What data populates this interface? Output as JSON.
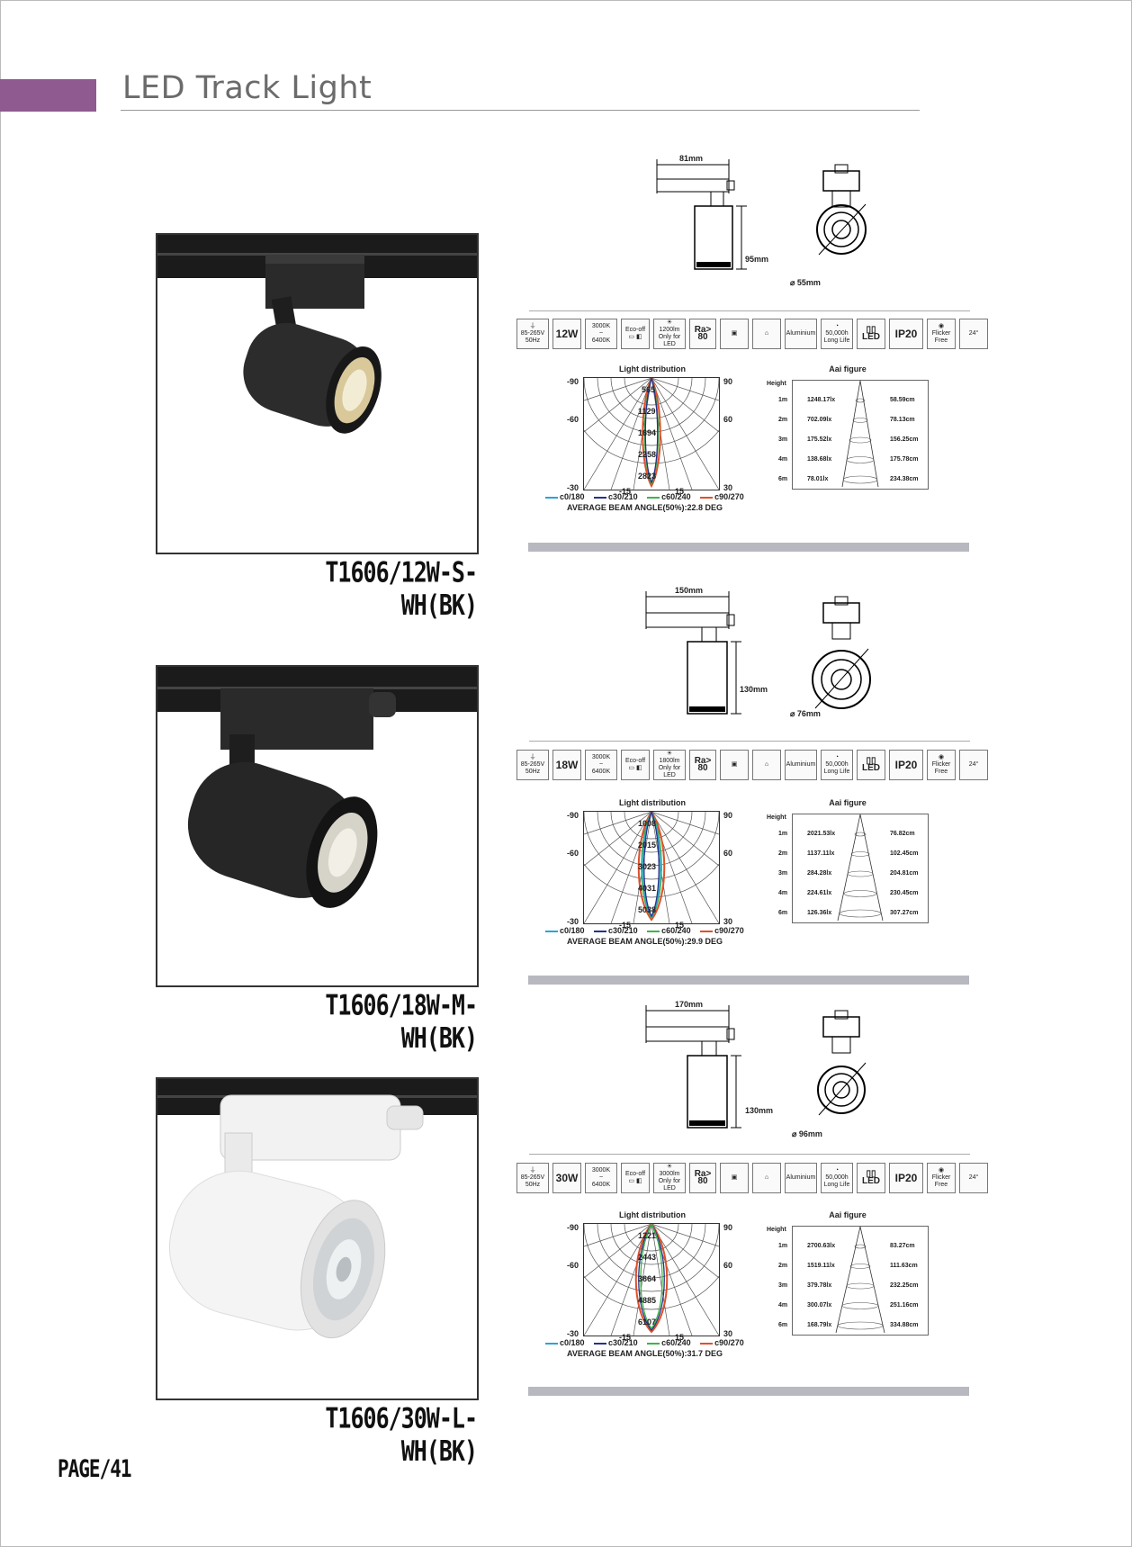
{
  "header": {
    "title": "LED Track Light",
    "page": "PAGE/41"
  },
  "products": [
    {
      "model": "T1606/12W-S-WH(BK)",
      "dims": {
        "width": "81mm",
        "height": "95mm",
        "diameter": "⌀ 55mm"
      },
      "power": "12W",
      "lumens": "1200lm",
      "chart": {
        "title": "Light distribution",
        "rings": [
          "565",
          "1129",
          "1694",
          "2258",
          "2823"
        ],
        "angles": {
          "tl": "-90",
          "tr": "90",
          "ml": "-60",
          "mr": "60",
          "bl": "-30",
          "br": "30",
          "b1": "-15",
          "b2": "15"
        },
        "beam": "AVERAGE BEAM ANGLE(50%):22.8  DEG"
      },
      "aai": {
        "title": "Aai figure",
        "rows": [
          {
            "h": "1m",
            "lx": "1248.17lx",
            "d": "58.59cm"
          },
          {
            "h": "2m",
            "lx": "702.09lx",
            "d": "78.13cm"
          },
          {
            "h": "3m",
            "lx": "175.52lx",
            "d": "156.25cm"
          },
          {
            "h": "4m",
            "lx": "138.68lx",
            "d": "175.78cm"
          },
          {
            "h": "6m",
            "lx": "78.01lx",
            "d": "234.38cm"
          }
        ]
      }
    },
    {
      "model": "T1606/18W-M-WH(BK)",
      "dims": {
        "width": "150mm",
        "height": "130mm",
        "diameter": "⌀ 76mm"
      },
      "power": "18W",
      "lumens": "1800lm",
      "chart": {
        "title": "Light distribution",
        "rings": [
          "1008",
          "2015",
          "3023",
          "4031",
          "5038"
        ],
        "angles": {
          "tl": "-90",
          "tr": "90",
          "ml": "-60",
          "mr": "60",
          "bl": "-30",
          "br": "30",
          "b1": "-15",
          "b2": "15"
        },
        "beam": "AVERAGE BEAM ANGLE(50%):29.9  DEG"
      },
      "aai": {
        "title": "Aai figure",
        "rows": [
          {
            "h": "1m",
            "lx": "2021.53lx",
            "d": "76.82cm"
          },
          {
            "h": "2m",
            "lx": "1137.11lx",
            "d": "102.45cm"
          },
          {
            "h": "3m",
            "lx": "284.28lx",
            "d": "204.81cm"
          },
          {
            "h": "4m",
            "lx": "224.61lx",
            "d": "230.45cm"
          },
          {
            "h": "6m",
            "lx": "126.36lx",
            "d": "307.27cm"
          }
        ]
      }
    },
    {
      "model": "T1606/30W-L-WH(BK)",
      "dims": {
        "width": "170mm",
        "height": "130mm",
        "diameter": "⌀ 96mm"
      },
      "power": "30W",
      "lumens": "3000lm",
      "chart": {
        "title": "Light distribution",
        "rings": [
          "1221",
          "2443",
          "3664",
          "4885",
          "6107"
        ],
        "angles": {
          "tl": "-90",
          "tr": "90",
          "ml": "-60",
          "mr": "60",
          "bl": "-30",
          "br": "30",
          "b1": "-15",
          "b2": "15"
        },
        "beam": "AVERAGE BEAM ANGLE(50%):31.7  DEG"
      },
      "aai": {
        "title": "Aai figure",
        "rows": [
          {
            "h": "1m",
            "lx": "2700.63lx",
            "d": "83.27cm"
          },
          {
            "h": "2m",
            "lx": "1519.11lx",
            "d": "111.63cm"
          },
          {
            "h": "3m",
            "lx": "379.78lx",
            "d": "232.25cm"
          },
          {
            "h": "4m",
            "lx": "300.07lx",
            "d": "251.16cm"
          },
          {
            "h": "6m",
            "lx": "168.79lx",
            "d": "334.88cm"
          }
        ]
      }
    }
  ],
  "icons": {
    "voltage": "85-265V 50Hz",
    "cct_top": "3000K",
    "cct_bot": "6400K",
    "driver": "Eco-off",
    "ra": "Ra>",
    "ra_val": "80",
    "material": "Aluminium",
    "life_a": "50,000h",
    "life_b": "Long Life",
    "led": "LED",
    "ip": "IP20",
    "flicker": "Flicker Free",
    "angle": "24°",
    "lumen_note": "Only for LED"
  },
  "legend": [
    "c0/180",
    "c30/210",
    "c60/240",
    "c90/270"
  ],
  "legend_colors": [
    "#2aa3d8",
    "#27318a",
    "#3bb54a",
    "#e0502a"
  ],
  "height_label": "Height",
  "colors": {
    "accent": "#8e5a8f",
    "bar": "#b8b8c0"
  }
}
